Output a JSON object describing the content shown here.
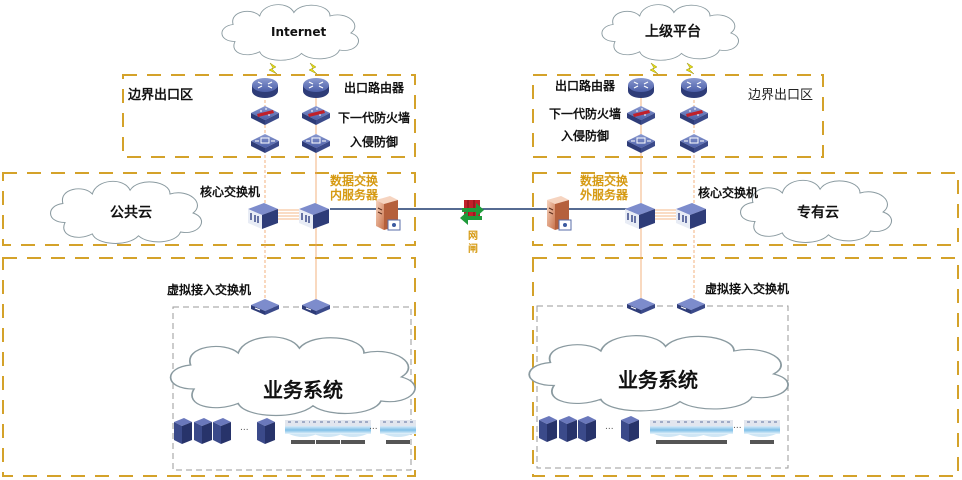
{
  "clouds": {
    "internet": "Internet",
    "superior_platform": "上级平台",
    "public_cloud": "公共云",
    "private_cloud": "专有云",
    "business_left": "业务系统",
    "business_right": "业务系统"
  },
  "zones": {
    "border_exit_left": "边界出口区",
    "border_exit_right": "边界出口区"
  },
  "devices": {
    "exit_router": "出口路由器",
    "ngfw": "下一代防火墙",
    "ips": "入侵防御",
    "core_switch": "核心交换机",
    "virtual_access_switch": "虚拟接入交换机",
    "inner_server_line1": "数据交换",
    "inner_server_line2": "内服务器",
    "outer_server_line1": "数据交换",
    "outer_server_line2": "外服务器",
    "gatekeeper_line1": "网",
    "gatekeeper_line2": "闸",
    "ellipsis": "..."
  },
  "colors": {
    "zone_border": "#d4a22a",
    "inner_border": "#9a9a9a",
    "link_blue": "#1f3a6e",
    "link_orange": "#f0a060",
    "accent_label": "#d69a12",
    "device_blue": "#3d4f8f"
  }
}
